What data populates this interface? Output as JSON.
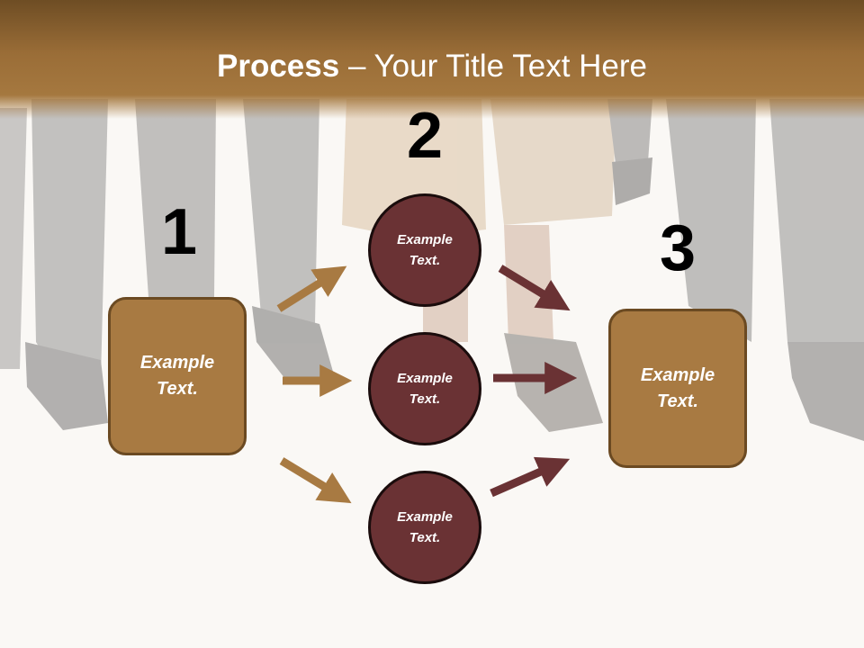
{
  "slide": {
    "title_bold": "Process",
    "title_rest": " – Your Title Text Here"
  },
  "steps": {
    "one": {
      "number": "1",
      "box_text": "Example Text."
    },
    "two": {
      "number": "2",
      "circles": [
        "Example Text.",
        "Example Text.",
        "Example Text."
      ]
    },
    "three": {
      "number": "3",
      "box_text": "Example Text."
    }
  },
  "colors": {
    "header_brown": "#9a6d37",
    "box_fill": "#a87a42",
    "circle_fill": "#6a3234",
    "arrow_tan": "#a87a42",
    "arrow_maroon": "#6a3234"
  }
}
